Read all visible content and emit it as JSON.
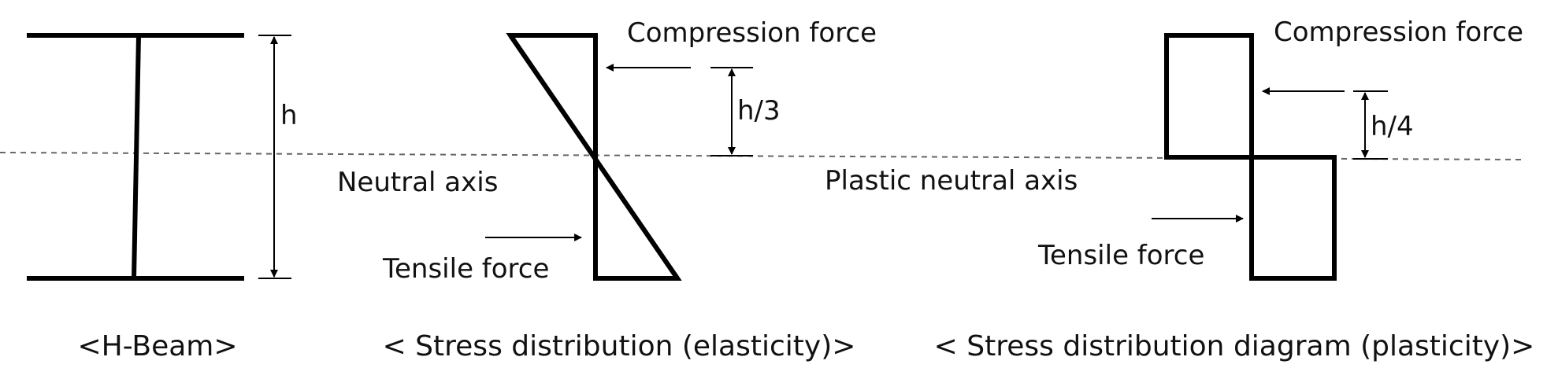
{
  "hbeam": {
    "dimension_label": "h",
    "caption": "<H-Beam>"
  },
  "elastic": {
    "compression_label": "Compression force",
    "lever_label": "h/3",
    "axis_label": "Neutral axis",
    "tension_label": "Tensile force",
    "caption": "< Stress distribution (elasticity)>"
  },
  "plastic": {
    "compression_label": "Compression force",
    "lever_label": "h/4",
    "axis_label": "Plastic neutral axis",
    "tension_label": "Tensile force",
    "caption": "< Stress distribution diagram (plasticity)>"
  }
}
